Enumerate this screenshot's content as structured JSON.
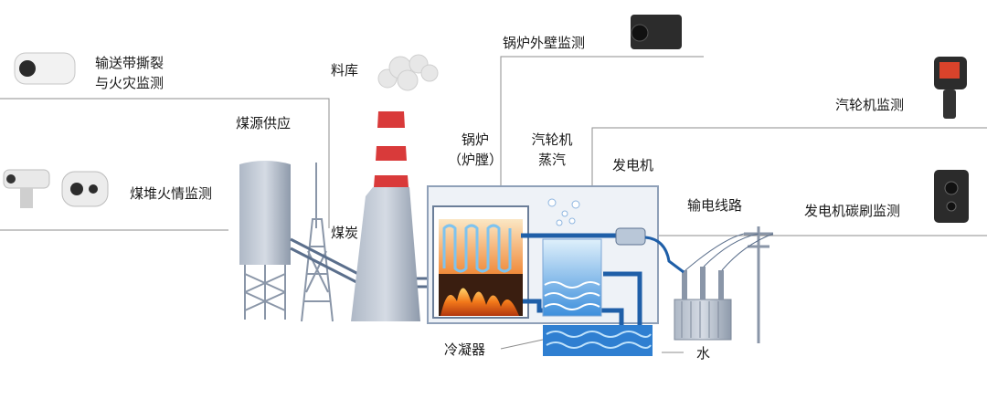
{
  "labels": {
    "conveyor_monitor_line1": "输送带撕裂",
    "conveyor_monitor_line2": "与火灾监测",
    "coal_pile_monitor": "煤堆火情监测",
    "coal_supply": "煤源供应",
    "material_store": "料库",
    "coal": "煤炭",
    "boiler_wall_monitor": "锅炉外壁监测",
    "boiler_line1": "锅炉",
    "boiler_line2": "（炉膛）",
    "turbine_line1": "汽轮机",
    "turbine_line2": "蒸汽",
    "generator": "发电机",
    "turbine_monitor": "汽轮机监测",
    "transmission_line": "输电线路",
    "generator_brush_monitor": "发电机碳刷监测",
    "condenser": "冷凝器",
    "water": "水"
  },
  "colors": {
    "line": "#8e8e8e",
    "steel": "#96a2b4",
    "chimney_red": "#d93a3a",
    "water": "#2f7fd1",
    "pipe": "#1f5fa8",
    "fire": "#f27a1a"
  }
}
